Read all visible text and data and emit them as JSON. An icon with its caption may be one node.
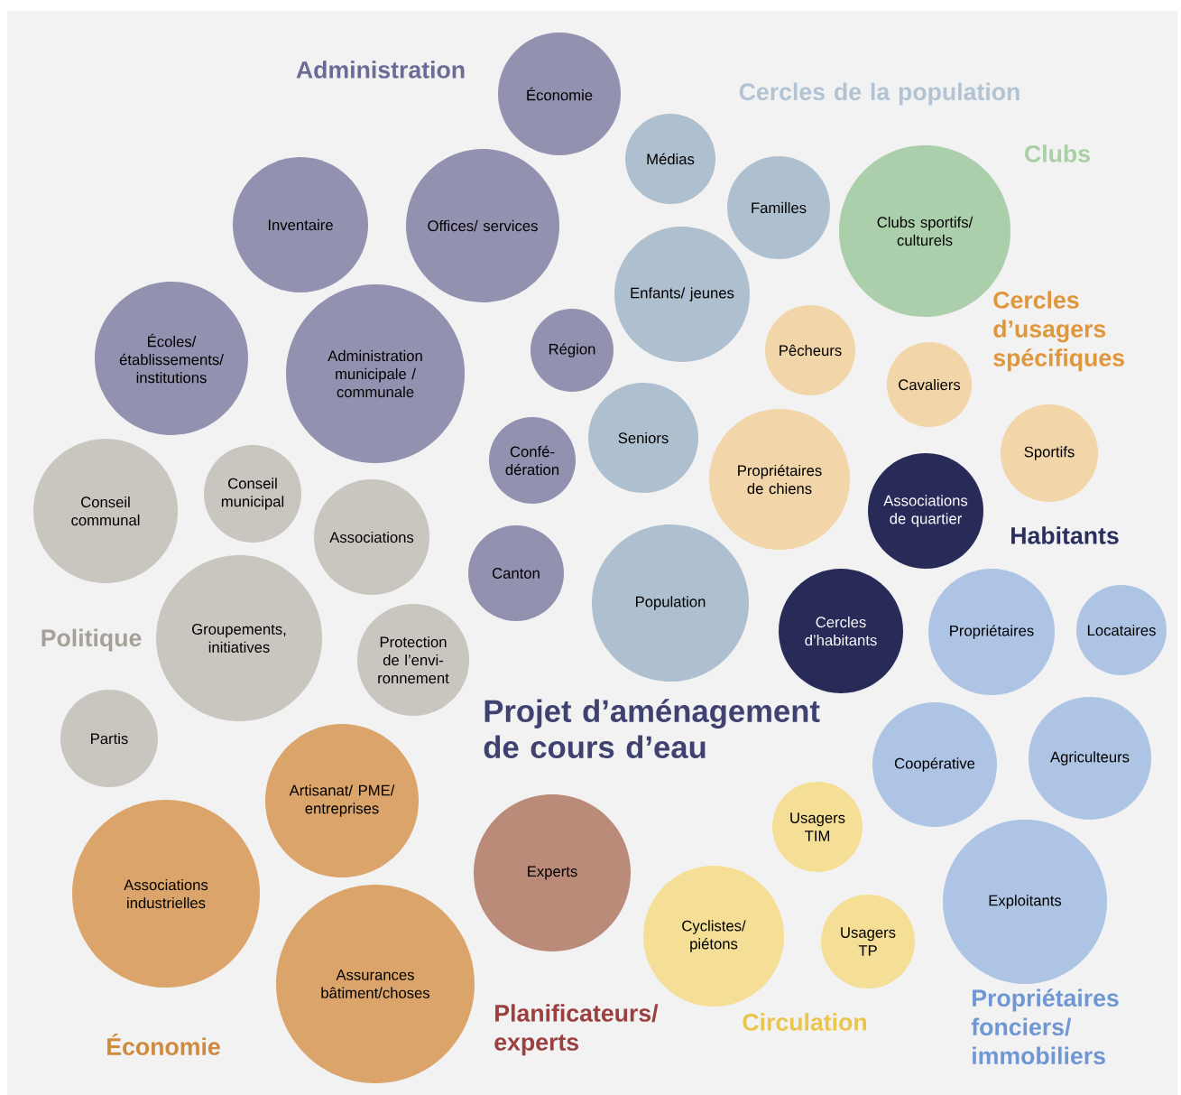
{
  "diagram": {
    "title": "Projet d’aménagement de cours d’eau",
    "nodes": [
      {
        "text": [
          "Économie"
        ]
      },
      {
        "text": [
          "Médias"
        ]
      },
      {
        "text": [
          "Familles"
        ]
      },
      {
        "text": [
          "Inventaire"
        ]
      },
      {
        "text": [
          "Offices/ services"
        ]
      },
      {
        "text": [
          "Clubs sportifs/ culturels"
        ]
      },
      {
        "text": [
          "Enfants/ jeunes"
        ]
      },
      {
        "text": [
          "Écoles/ établissements/ institutions"
        ]
      },
      {
        "text": [
          "Administration municipale / communale"
        ]
      },
      {
        "text": [
          "Région"
        ]
      },
      {
        "text": [
          "Pêcheurs"
        ]
      },
      {
        "text": [
          "Cavaliers"
        ]
      },
      {
        "text": [
          "Seniors"
        ]
      },
      {
        "text": [
          "Confé- dération"
        ]
      },
      {
        "text": [
          "Propriétaires de chiens"
        ]
      },
      {
        "text": [
          "Sportifs"
        ]
      },
      {
        "text": [
          "Associations de quartier"
        ]
      },
      {
        "text": [
          "Conseil communal"
        ]
      },
      {
        "text": [
          "Conseil municipal"
        ]
      },
      {
        "text": [
          "Associations"
        ]
      },
      {
        "text": [
          "Canton"
        ]
      },
      {
        "text": [
          "Population"
        ]
      },
      {
        "text": [
          "Cercles d’habitants"
        ]
      },
      {
        "text": [
          "Propriétaires"
        ]
      },
      {
        "text": [
          "Locataires"
        ]
      },
      {
        "text": [
          "Groupements, initiatives"
        ]
      },
      {
        "text": [
          "Protection de l’envi- ronnement"
        ]
      },
      {
        "text": [
          "Partis"
        ]
      },
      {
        "text": [
          "Coopérative"
        ]
      },
      {
        "text": [
          "Agriculteurs"
        ]
      },
      {
        "text": [
          "Artisanat/ PME/ entreprises"
        ]
      },
      {
        "text": [
          "Usagers TIM"
        ]
      },
      {
        "text": [
          "Experts"
        ]
      },
      {
        "text": [
          "Associations industrielles"
        ]
      },
      {
        "text": [
          "Exploitants"
        ]
      },
      {
        "text": [
          "Cyclistes/ piétons"
        ]
      },
      {
        "text": [
          "Usagers TP"
        ]
      },
      {
        "text": [
          "Assurances bâtiment/choses"
        ]
      }
    ],
    "labels": [
      "Administration",
      "Cercles de la population",
      "Clubs",
      "Cercles d’usagers spécifiques",
      "Habitants",
      "Politique",
      "Propriétaires fonciers/ immobiliers",
      "Circulation",
      "Planificateurs/ experts",
      "Économie"
    ]
  }
}
